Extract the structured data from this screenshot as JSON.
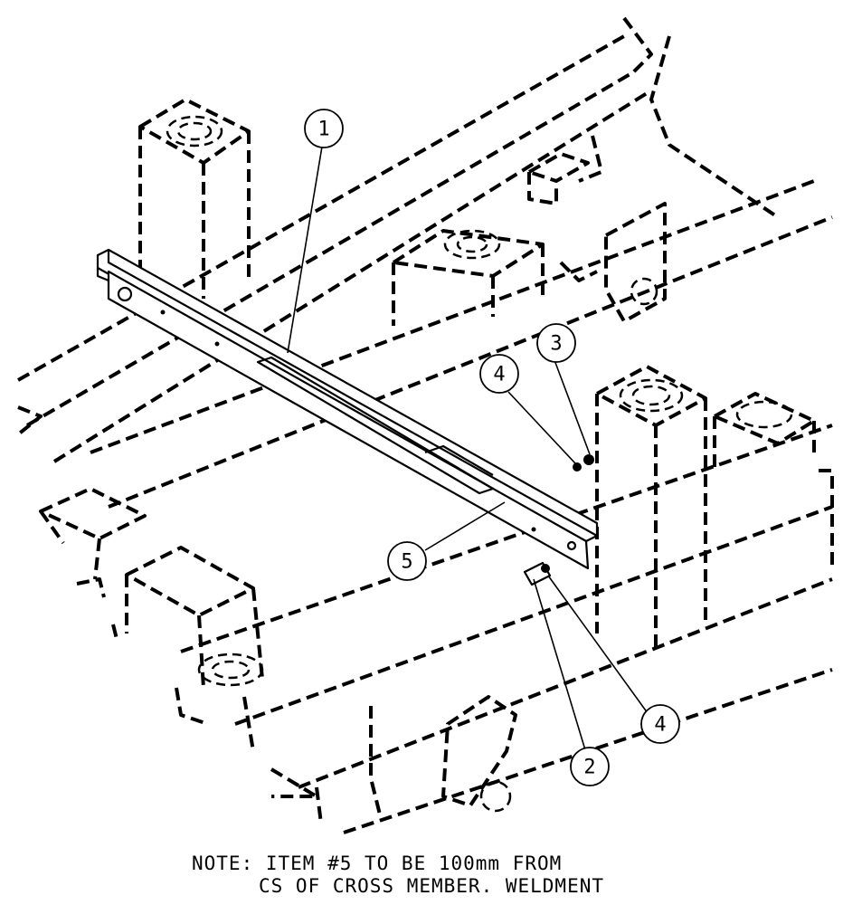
{
  "balloons": [
    {
      "id": "b1",
      "label": "1"
    },
    {
      "id": "b2",
      "label": "2"
    },
    {
      "id": "b3",
      "label": "3"
    },
    {
      "id": "b4a",
      "label": "4"
    },
    {
      "id": "b4b",
      "label": "4"
    },
    {
      "id": "b5",
      "label": "5"
    }
  ],
  "note": {
    "line1": "NOTE: ITEM #5 TO BE 100mm FROM",
    "line2": "CS OF CROSS MEMBER. WELDMENT"
  }
}
